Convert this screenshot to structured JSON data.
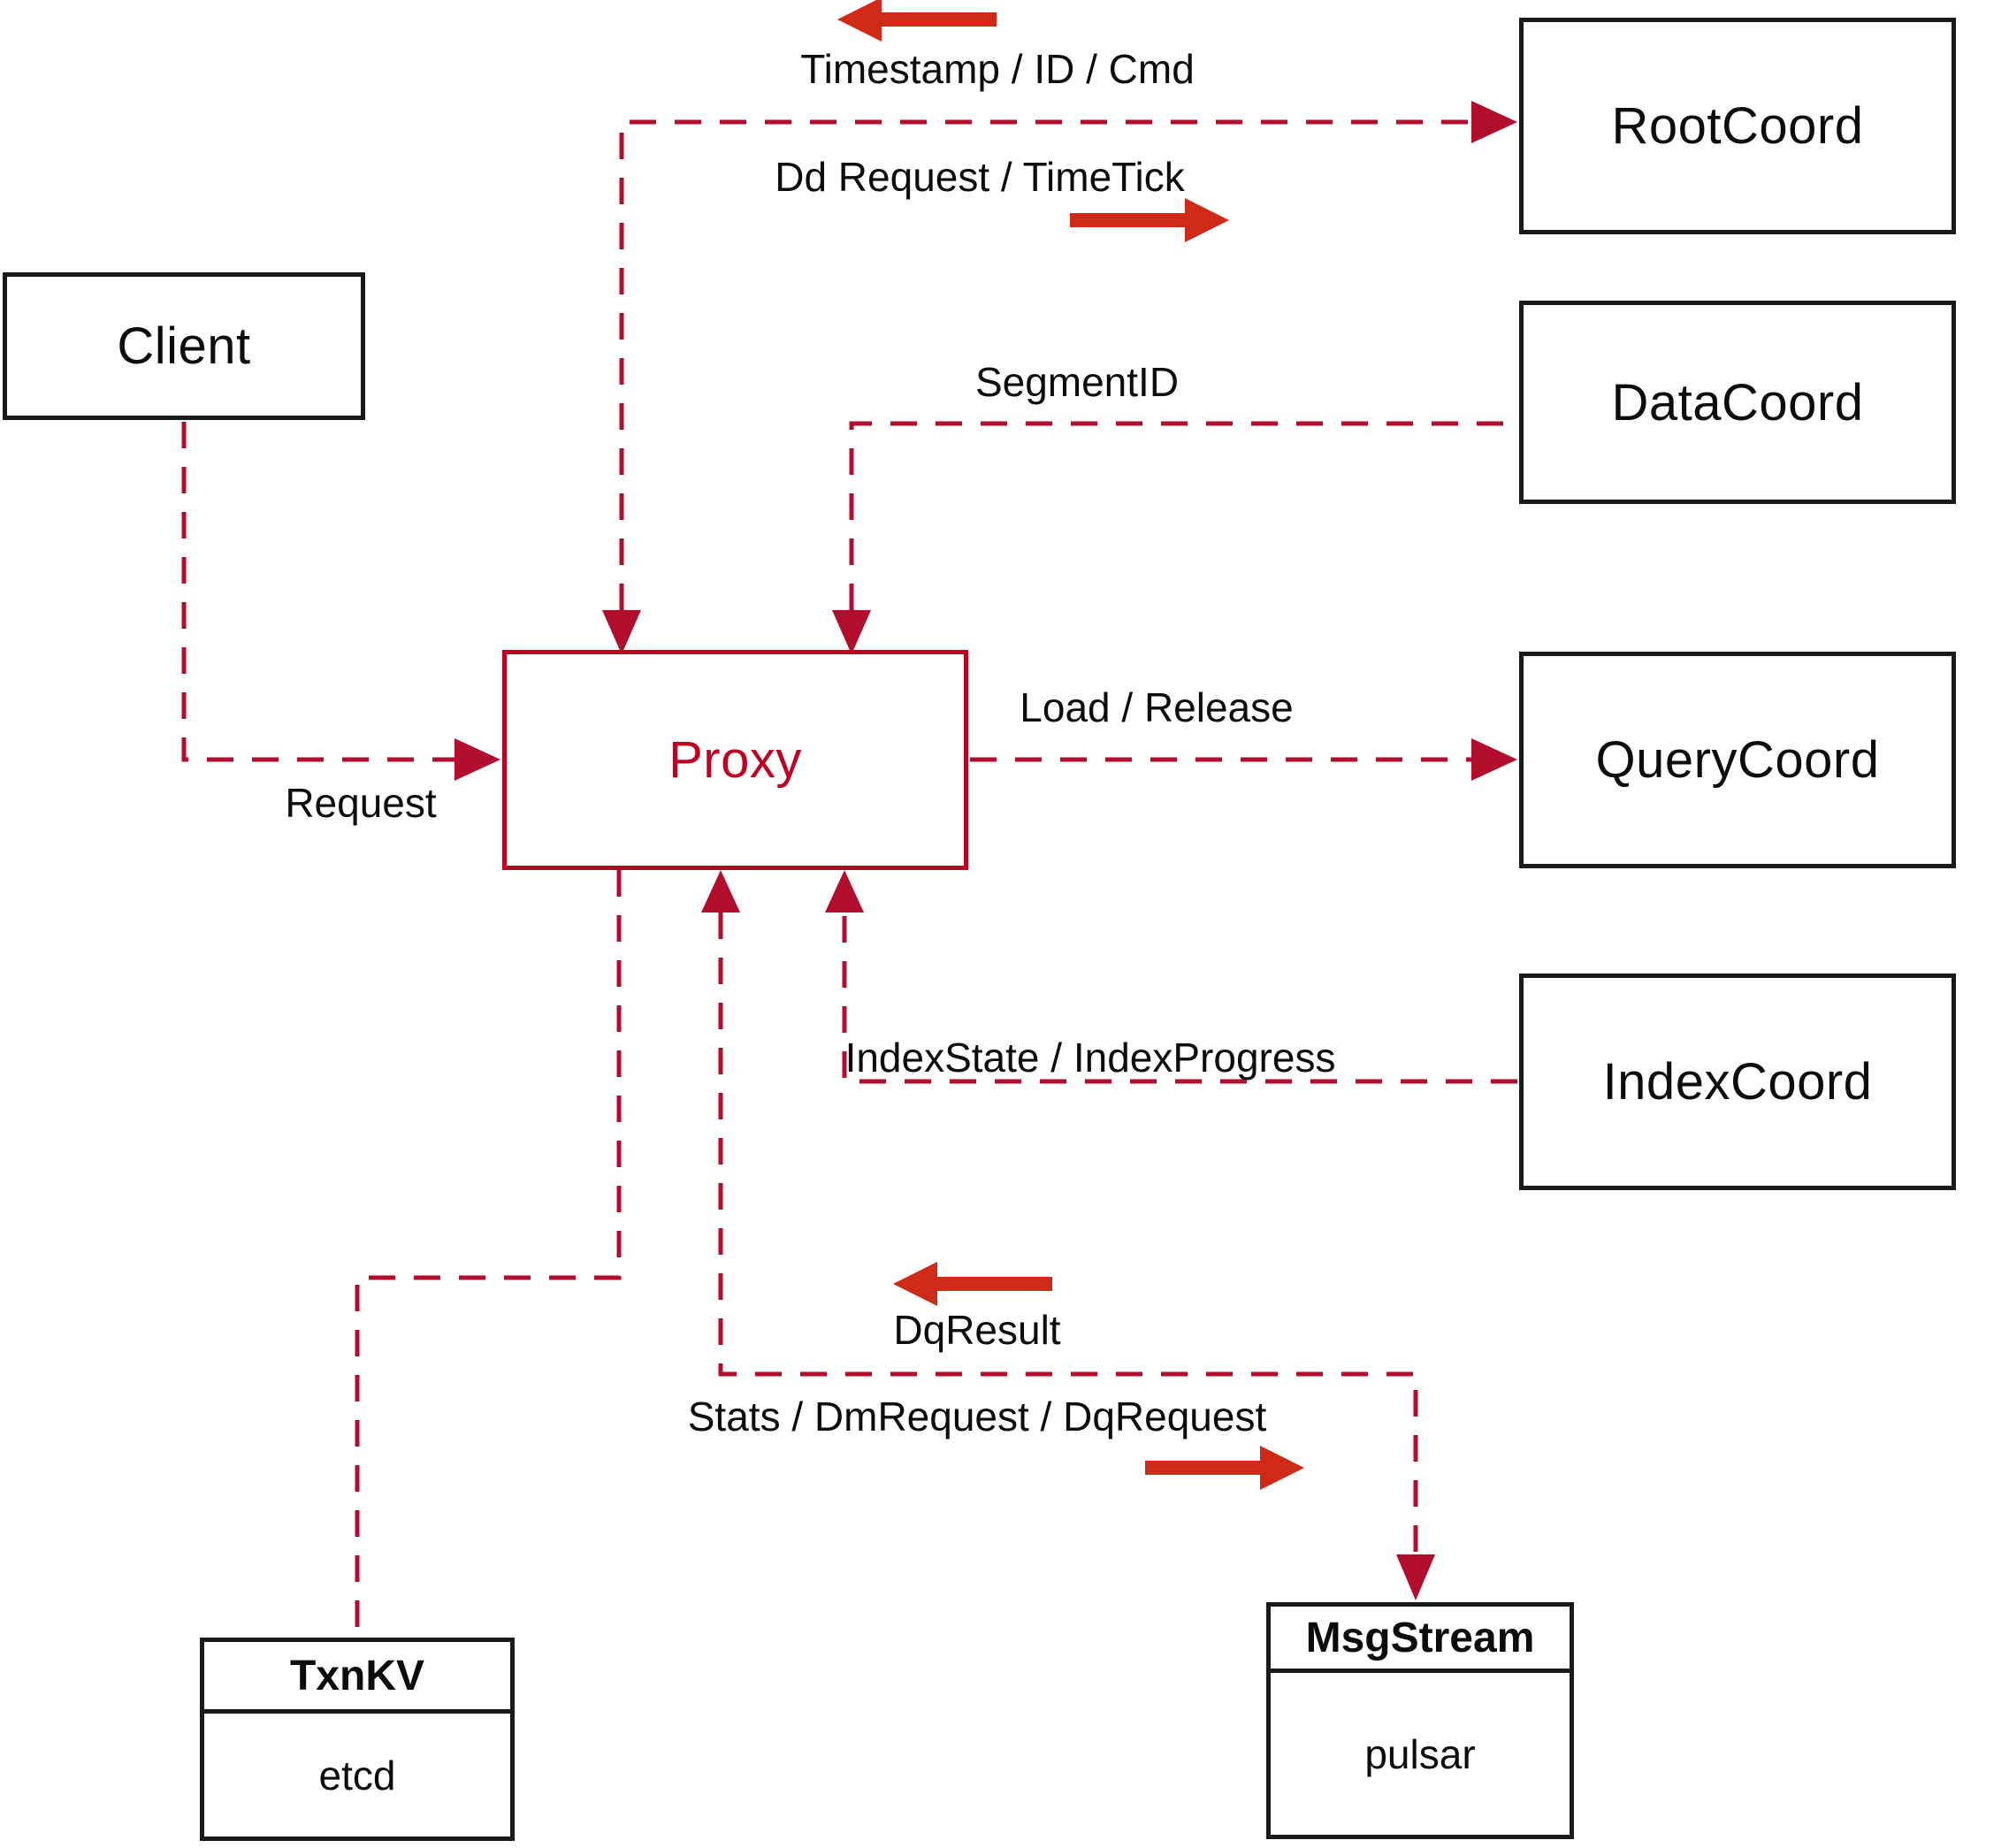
{
  "diagram": {
    "nodes": {
      "client": {
        "label": "Client"
      },
      "proxy": {
        "label": "Proxy"
      },
      "root_coord": {
        "label": "RootCoord"
      },
      "data_coord": {
        "label": "DataCoord"
      },
      "query_coord": {
        "label": "QueryCoord"
      },
      "index_coord": {
        "label": "IndexCoord"
      },
      "txn_kv": {
        "title": "TxnKV",
        "impl": "etcd"
      },
      "msg_stream": {
        "title": "MsgStream",
        "impl": "pulsar"
      }
    },
    "edges": {
      "proxy_rootcoord_up": "Timestamp / ID / Cmd",
      "proxy_rootcoord_down": "Dd Request / TimeTick",
      "datacoord_proxy": "SegmentID",
      "client_proxy": "Request",
      "proxy_querycoord": "Load / Release",
      "indexcoord_proxy": "IndexState / IndexProgress",
      "msgstream_proxy": "DqResult",
      "proxy_msgstream": "Stats / DmRequest / DqRequest"
    },
    "colors": {
      "dashed_line_red": "#b30d2e",
      "solid_arrow_red": "#cf2a18",
      "proxy_red": "#c00021",
      "box_border_black": "#1a1a1a"
    }
  }
}
